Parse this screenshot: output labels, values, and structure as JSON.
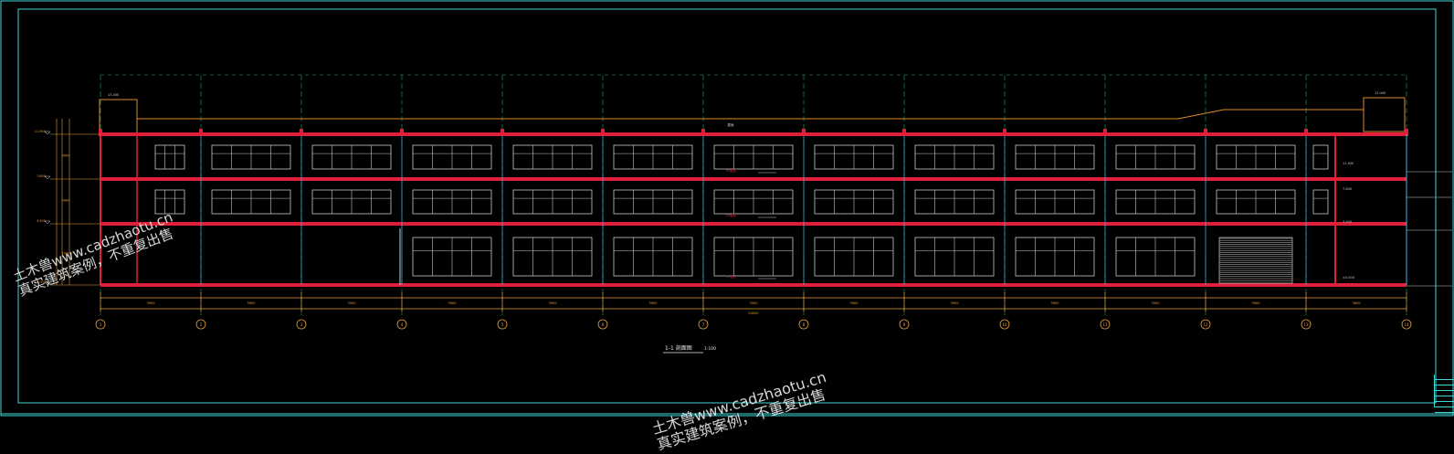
{
  "drawing": {
    "title": "1-1 剖面图",
    "scale": "1:100",
    "overall_dimension": "54000",
    "bay_dimension": "3900",
    "end_bay_dimension": "3600",
    "grid_axes": [
      "1",
      "2",
      "3",
      "4",
      "5",
      "6",
      "7",
      "8",
      "9",
      "10",
      "11",
      "12",
      "13",
      "14"
    ],
    "floor_labels": [
      {
        "text": "11.900",
        "note": "屋面"
      },
      {
        "text": "7.800",
        "note": "3F"
      },
      {
        "text": "3.900",
        "note": "2F"
      },
      {
        "text": "±0.000",
        "note": "1F"
      }
    ],
    "parapet_labels": [
      "13.400",
      "13.400"
    ],
    "roof_note": "屋面",
    "floor_notes": [
      "3F楼面",
      "2F楼面",
      "1F地面"
    ],
    "side_levels": [
      "4200",
      "3900",
      "3900",
      "1500"
    ],
    "right_section_labels": [
      "11.900",
      "7.800",
      "3.900",
      "±0.000"
    ]
  },
  "watermarks": [
    {
      "line1": "土木兽www.cadzhaotu.cn",
      "line2": "真实建筑案例，不重复出售"
    },
    {
      "line1": "土木兽www.cadzhaotu.cn",
      "line2": "真实建筑案例，不重复出售"
    }
  ],
  "colors": {
    "background": "#000000",
    "frame": "#3fd6d6",
    "slab": "#e0203a",
    "parapet": "#e08a2a",
    "window": "#c8c8c8",
    "grid": "#1fa85a",
    "dimension": "#e6a03c",
    "column": "#3fb6e6"
  }
}
